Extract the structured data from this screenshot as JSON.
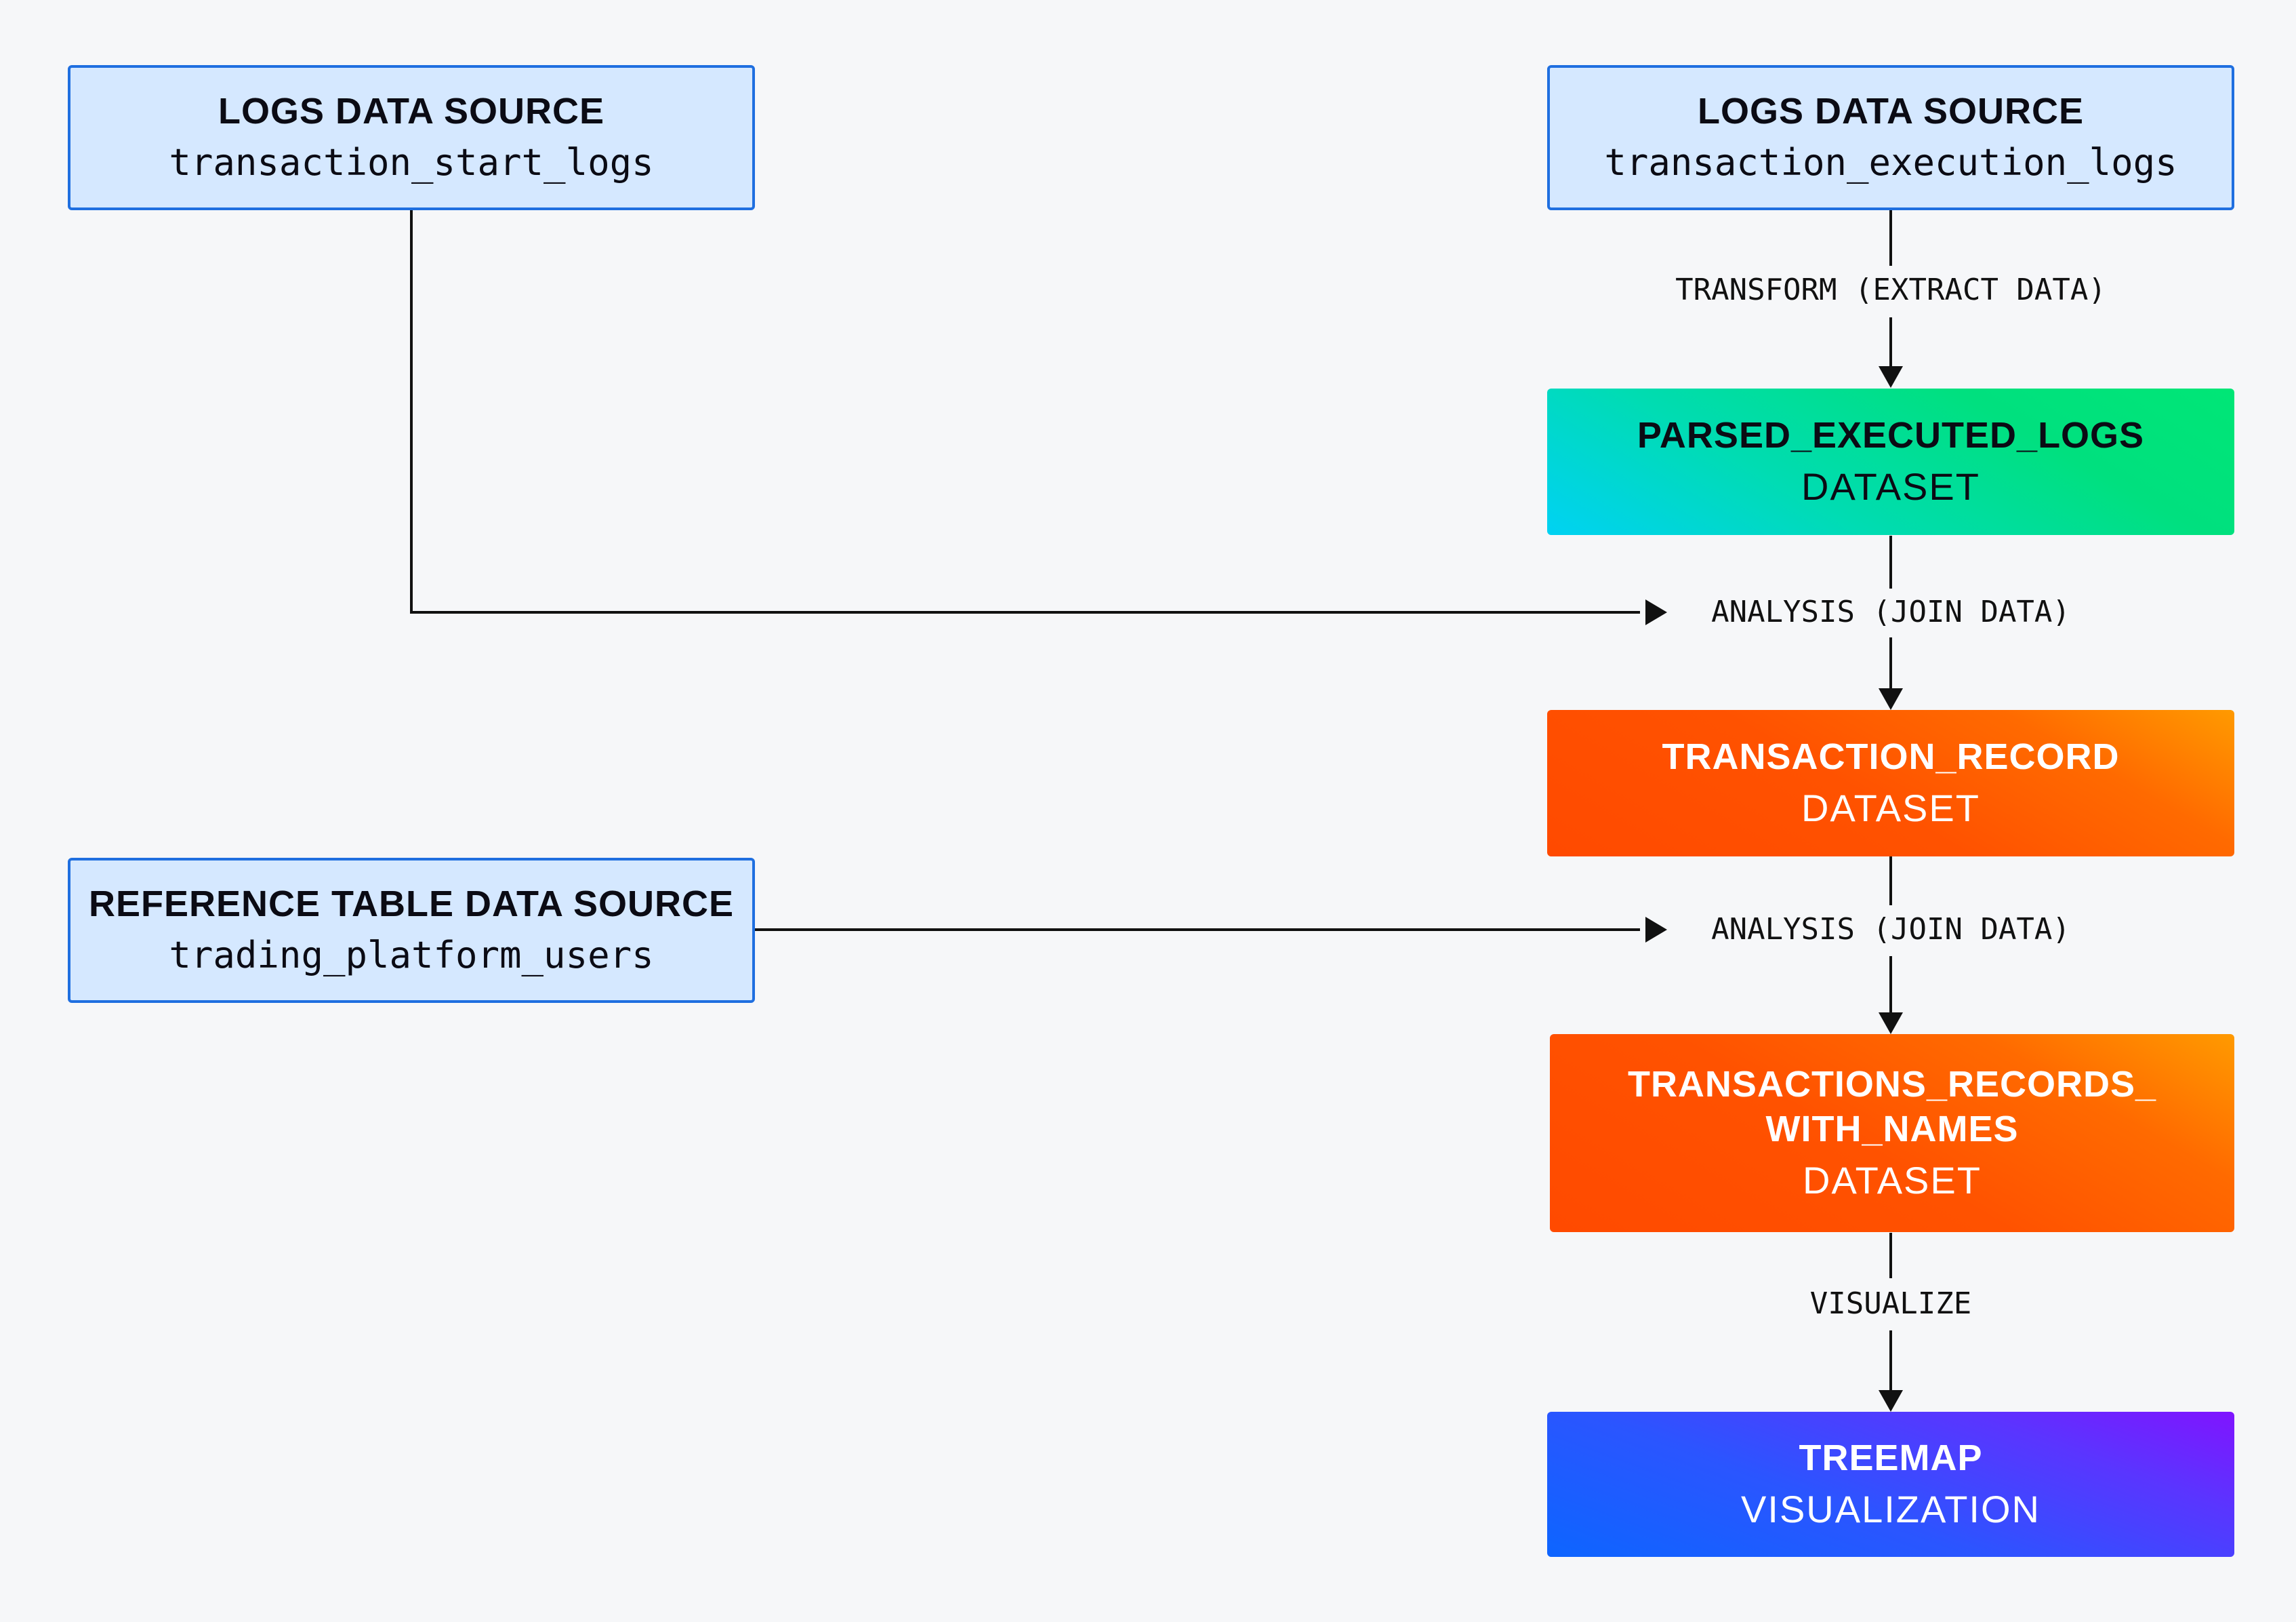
{
  "sources": {
    "start_logs": {
      "title": "LOGS DATA SOURCE",
      "subtitle": "transaction_start_logs"
    },
    "execution_logs": {
      "title": "LOGS DATA SOURCE",
      "subtitle": "transaction_execution_logs"
    },
    "users": {
      "title": "REFERENCE TABLE DATA SOURCE",
      "subtitle": "trading_platform_users"
    }
  },
  "datasets": {
    "parsed_executed_logs": {
      "title": "PARSED_EXECUTED_LOGS",
      "subtitle": "DATASET"
    },
    "transaction_record": {
      "title": "TRANSACTION_RECORD",
      "subtitle": "DATASET"
    },
    "transactions_records_with_names": {
      "title_line1": "TRANSACTIONS_RECORDS_",
      "title_line2": "WITH_NAMES",
      "subtitle": "DATASET"
    }
  },
  "visualization": {
    "title": "TREEMAP",
    "subtitle": "VISUALIZATION"
  },
  "edges": {
    "transform": "TRANSFORM (EXTRACT DATA)",
    "join_1": "ANALYSIS (JOIN DATA)",
    "join_2": "ANALYSIS (JOIN DATA)",
    "visualize": "VISUALIZE"
  },
  "colors": {
    "background": "#f6f7f9",
    "source_fill": "#d5e8ff",
    "source_border": "#1f6fe0",
    "dataset_green": "#00e07f",
    "dataset_orange": "#ff5200",
    "visualization_blue": "#2b55ff",
    "connector": "#111111"
  }
}
